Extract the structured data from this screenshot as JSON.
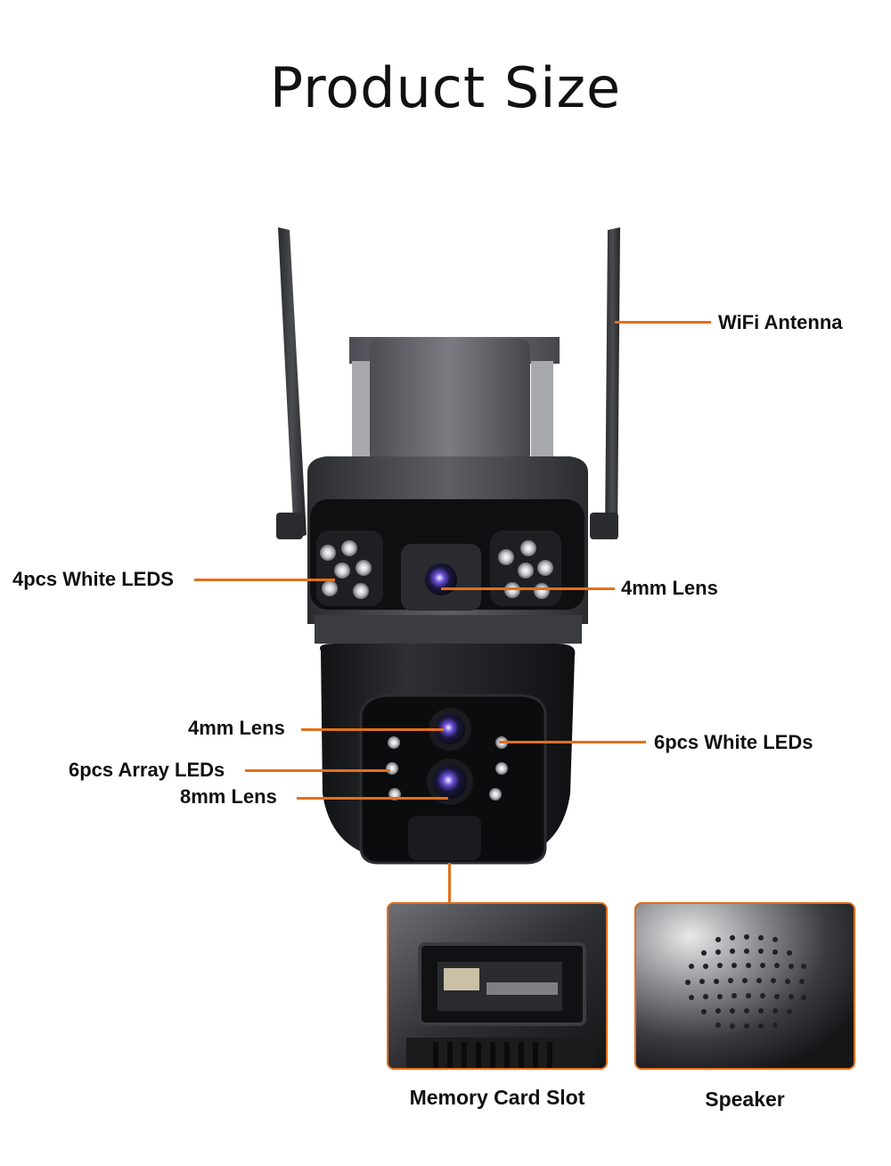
{
  "title": "Product Size",
  "callouts": {
    "wifi_antenna": "WiFi Antenna",
    "white_leds_top": "4pcs White LEDS",
    "lens_top": "4mm Lens",
    "lens_bottom_upper": "4mm Lens",
    "white_leds_bottom": "6pcs White LEDs",
    "array_leds": "6pcs Array LEDs",
    "lens_8mm": "8mm Lens"
  },
  "insets": {
    "memory_card": "Memory Card Slot",
    "speaker": "Speaker"
  },
  "colors": {
    "accent": "#e46f1b",
    "body_dark": "#1c1d20",
    "body_gray": "#5a5c62"
  }
}
